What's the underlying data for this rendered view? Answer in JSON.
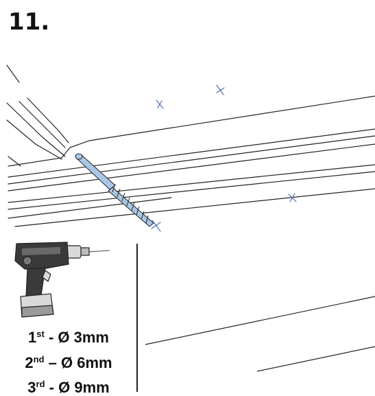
{
  "step": {
    "number": "11."
  },
  "drill_sizes": [
    {
      "ordinal": "1",
      "suffix": "st",
      "separator": " - ",
      "size": "Ø 3mm"
    },
    {
      "ordinal": "2",
      "suffix": "nd",
      "separator": " – ",
      "size": "Ø 6mm"
    },
    {
      "ordinal": "3",
      "suffix": "rd",
      "separator": " - ",
      "size": "Ø 9mm"
    }
  ],
  "colors": {
    "line": "#222222",
    "mark": "#4a6fb5",
    "drill_bit": "#a9c6e6",
    "drill_body_dark": "#3a3a3a",
    "drill_body_light": "#d9d9d9"
  },
  "icons": {
    "drill": "cordless-drill-icon",
    "drill_bit": "drill-bit-icon",
    "marks": "cross-mark-icon"
  }
}
